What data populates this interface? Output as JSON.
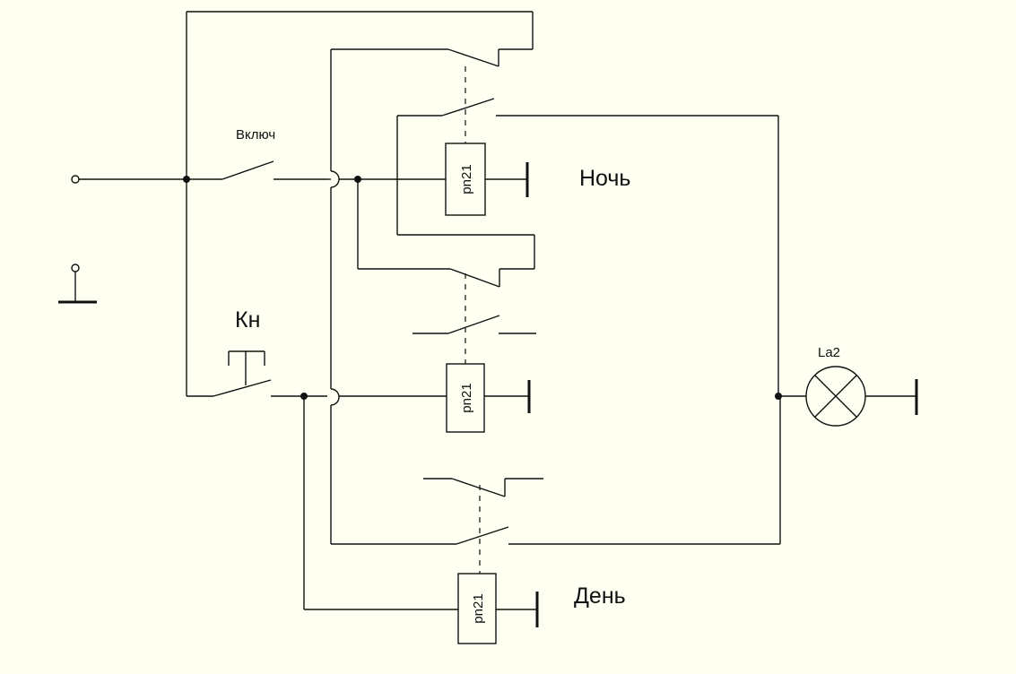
{
  "labels": {
    "switch_on": "Включ",
    "button": "Кн",
    "night": "Ночь",
    "day": "День",
    "lamp": "La2"
  },
  "relays": [
    {
      "name": "pn21"
    },
    {
      "name": "pn21"
    },
    {
      "name": "pn21"
    }
  ],
  "colors": {
    "background": "#fffff2",
    "ink": "#111111"
  }
}
